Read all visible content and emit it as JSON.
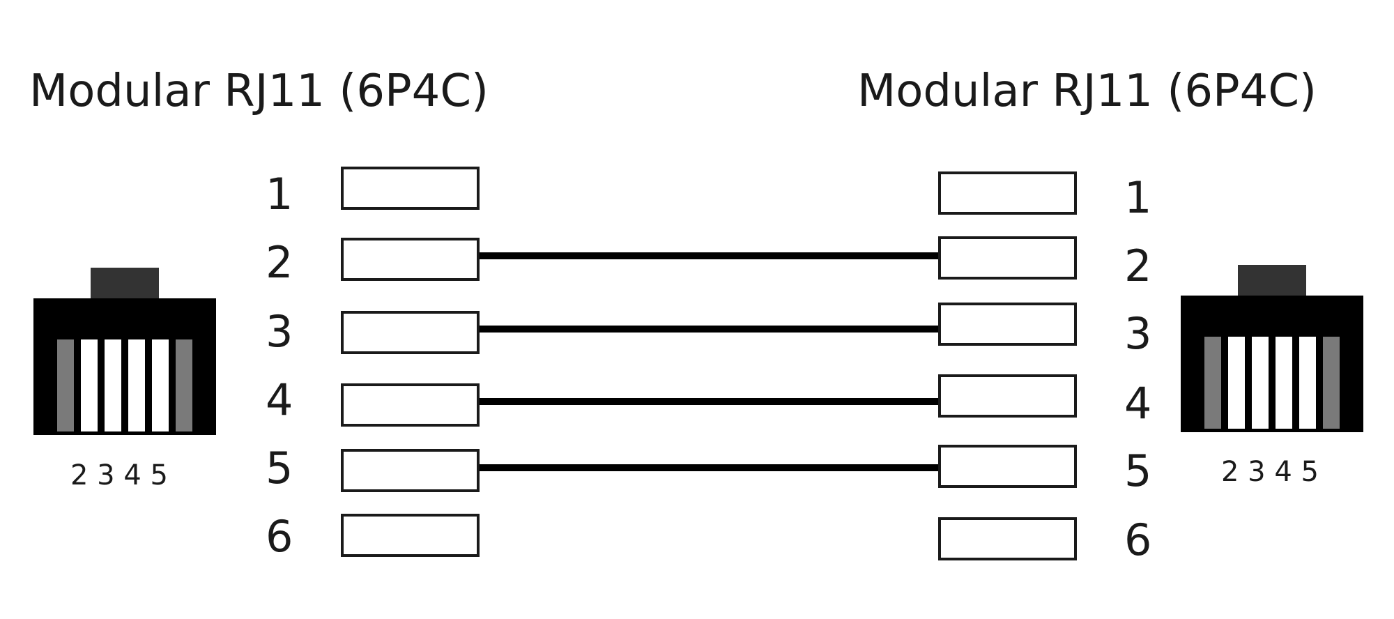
{
  "left": {
    "title": "Modular RJ11 (6P4C)",
    "pins": [
      "1",
      "2",
      "3",
      "4",
      "5",
      "6"
    ],
    "plug_label": "2 3 4 5"
  },
  "right": {
    "title": "Modular RJ11 (6P4C)",
    "pins": [
      "1",
      "2",
      "3",
      "4",
      "5",
      "6"
    ],
    "plug_label": "2 3 4 5"
  },
  "connections": [
    {
      "from": "2",
      "to": "2"
    },
    {
      "from": "3",
      "to": "3"
    },
    {
      "from": "4",
      "to": "4"
    },
    {
      "from": "5",
      "to": "5"
    }
  ],
  "colors": {
    "wire": "#000000",
    "plug_body": "#000000",
    "plug_tab": "#333333",
    "contact_active": "#ffffff",
    "contact_unused": "#7a7a7a",
    "outline": "#1a1a1a"
  },
  "icons": {
    "left_plug": "rj11-plug-icon",
    "right_plug": "rj11-plug-icon"
  }
}
